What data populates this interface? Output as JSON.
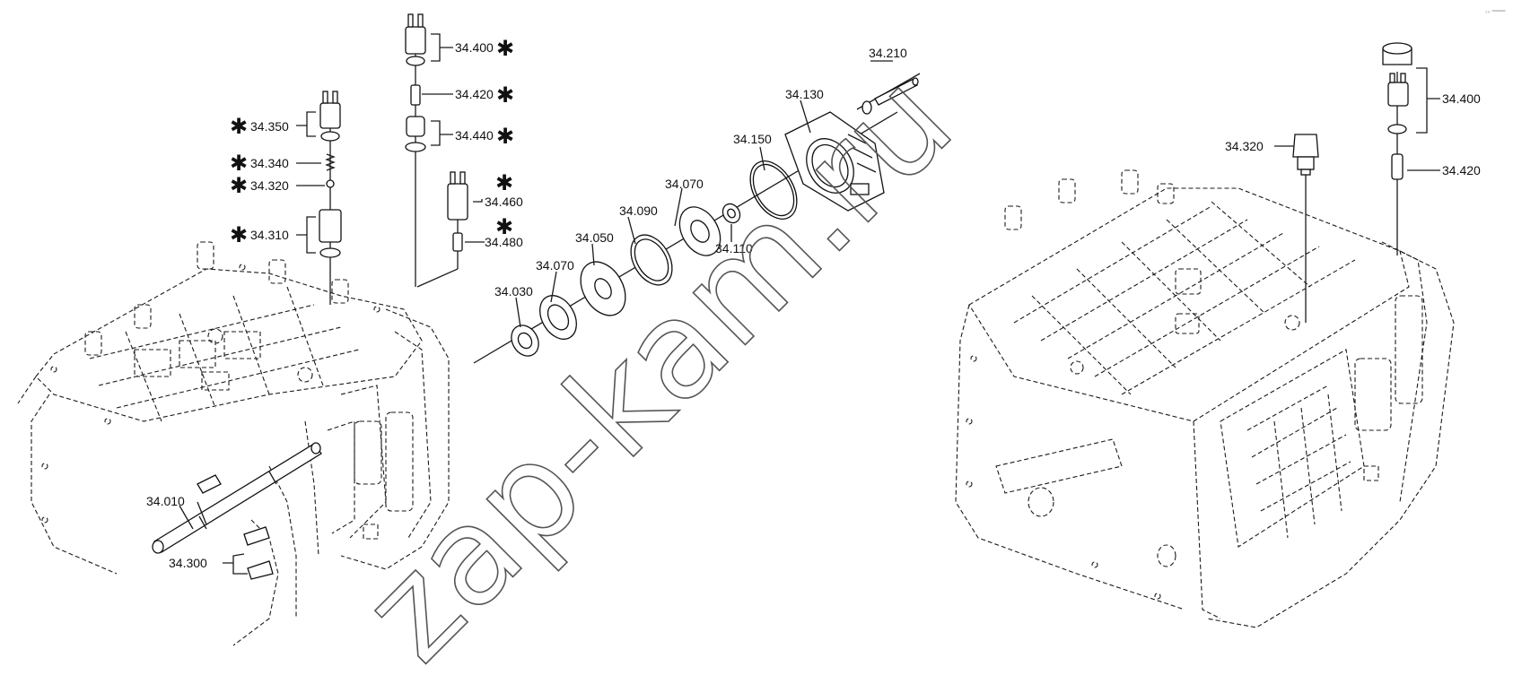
{
  "watermark": "zap-kam.ru",
  "corner_mark": "₂₀ ═══",
  "star": "✱",
  "left_view": {
    "callouts": {
      "c34400": "34.400",
      "c34420": "34.420",
      "c34440": "34.440",
      "c34350": "34.350",
      "c34340": "34.340",
      "c34320": "34.320",
      "c34310": "34.310",
      "c34460": "34.460",
      "c34480": "34.480",
      "c34210": "34.210",
      "c34130": "34.130",
      "c34150": "34.150",
      "c34070a": "34.070",
      "c34090": "34.090",
      "c34110": "34.110",
      "c34050": "34.050",
      "c34070b": "34.070",
      "c34030": "34.030",
      "c34010": "34.010",
      "c34300": "34.300"
    }
  },
  "right_view": {
    "callouts": {
      "c34320": "34.320",
      "c34400": "34.400",
      "c34420": "34.420"
    }
  },
  "colors": {
    "line": "#1a1a1a",
    "background": "#ffffff",
    "watermark": "#555555"
  }
}
